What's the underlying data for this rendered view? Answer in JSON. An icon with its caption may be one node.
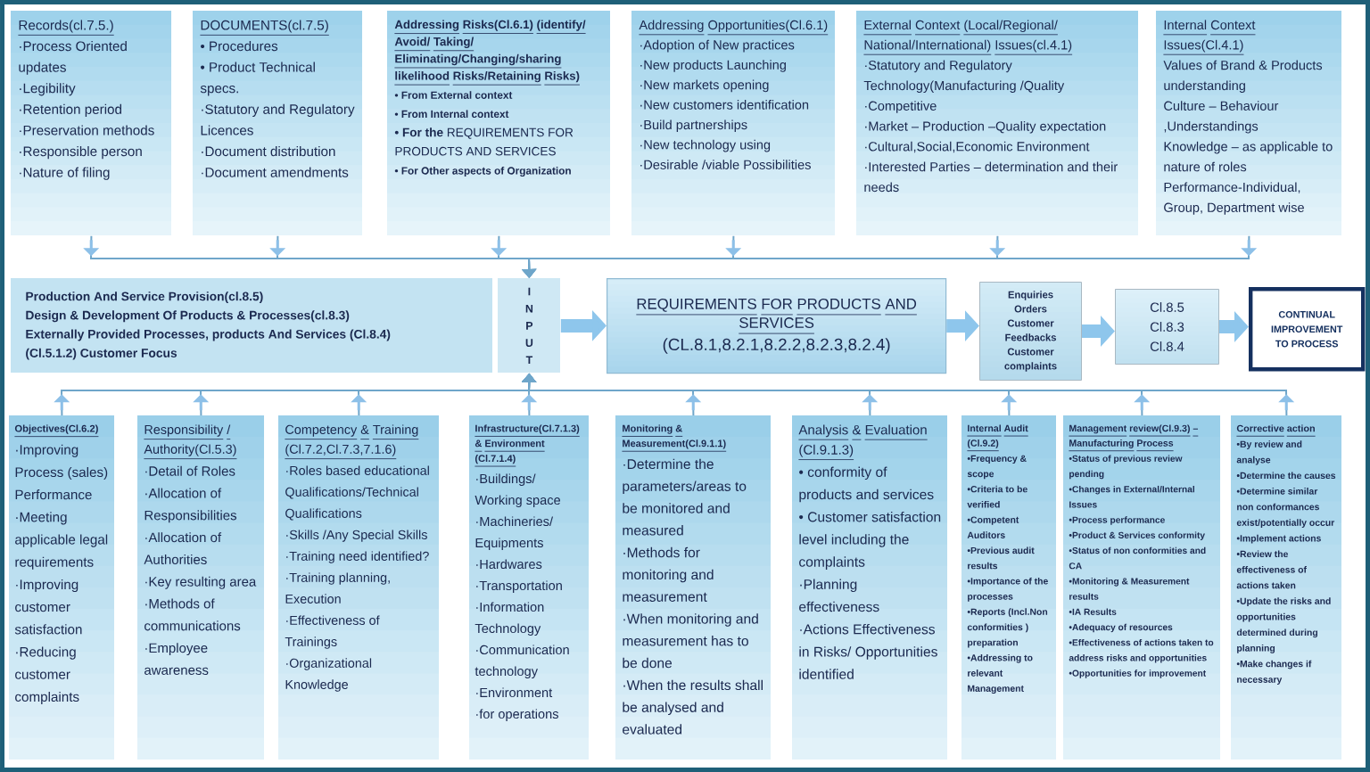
{
  "diagram": {
    "nodes": [
      {
        "text": [
          "Records(cl.7.5.)",
          "·Process Oriented updates",
          "·Legibility",
          "·Retention period",
          "·Preservation methods",
          "·Responsible person",
          "·Nature of filing"
        ]
      },
      {
        "text": [
          "DOCUMENTS(cl.7.5)",
          "• Procedures",
          "• Product Technical specs.",
          "·Statutory and Regulatory Licences",
          "·Document distribution",
          "·Document amendments"
        ]
      },
      {
        "text": [
          "Addressing Risks(Cl.6.1) (identify/ Avoid/ Taking/ Eliminating/Changing/sharing likelihood Risks/Retaining Risks)",
          "• From External context",
          "• From Internal context",
          "**• For the** REQUIREMENTS FOR PRODUCTS AND SERVICES",
          "• For Other aspects of Organization"
        ]
      },
      {
        "text": [
          "Addressing Opportunities(Cl.6.1)",
          "·Adoption of New practices",
          "·New products Launching",
          "·New markets opening",
          "·New customers identification",
          "·Build partnerships",
          "·New technology using",
          "·Desirable /viable Possibilities"
        ]
      },
      {
        "text": [
          "External Context (Local/Regional/ National/International) Issues(cl.4.1)",
          "·Statutory and Regulatory Technology(Manufacturing /Quality",
          "·Competitive",
          "·Market – Production –Quality expectation",
          "·Cultural,Social,Economic Environment",
          "·Interested Parties – determination and their needs"
        ]
      },
      {
        "text": [
          "Internal Context Issues(Cl.4.1)",
          "Values of Brand & Products understanding",
          "Culture – Behaviour ,Understandings",
          "Knowledge – as applicable to nature of roles",
          "Performance-Individual, Group, Department wise"
        ]
      },
      {
        "text": [
          "Production And Service Provision(cl.8.5)",
          "Design & Development Of Products & Processes(cl.8.3)",
          "Externally Provided Processes, products And Services (Cl.8.4)",
          "(Cl.5.1.2) Customer Focus"
        ]
      },
      {
        "text": [
          "I N P U T"
        ]
      },
      {
        "text": [
          "REQUIREMENTS FOR PRODUCTS AND SERVICES",
          "(CL.8.1,8.2.1,8.2.2,8.2.3,8.2.4)"
        ]
      },
      {
        "text": [
          "Enquiries",
          "Orders",
          "Customer Feedbacks",
          "Customer complaints"
        ]
      },
      {
        "text": [
          "Cl.8.5",
          "Cl.8.3",
          "Cl.8.4"
        ]
      },
      {
        "text": [
          "CONTINUAL IMPROVEMENT TO PROCESS"
        ]
      },
      {
        "text": [
          "Objectives(Cl.6.2)",
          "·Improving Process (sales) Performance",
          "·Meeting applicable legal requirements",
          "·Improving customer satisfaction",
          "·Reducing customer complaints"
        ]
      },
      {
        "text": [
          "Responsibility / Authority(Cl.5.3)",
          "·Detail of Roles",
          "·Allocation of Responsibilities",
          "·Allocation of Authorities",
          "·Key resulting area",
          "·Methods of communications",
          "·Employee awareness"
        ]
      },
      {
        "text": [
          "Competency & Training (Cl.7.2,Cl.7.3,7.1.6)",
          "·Roles based educational Qualifications/Technical Qualifications",
          "·Skills /Any Special Skills",
          "·Training need identified?",
          "·Training planning, Execution",
          "·Effectiveness of Trainings",
          "·Organizational Knowledge"
        ]
      },
      {
        "text": [
          "Infrastructure(Cl.7.1.3) & Environment (Cl.7.1.4)",
          "·Buildings/ Working space",
          "·Machineries/ Equipments",
          "·Hardwares",
          "·Transportation",
          "·Information Technology",
          "·Communication technology",
          "·Environment",
          "·for operations"
        ]
      },
      {
        "text": [
          "Monitoring & Measurement(Cl.9.1.1)",
          "·Determine the parameters/areas to be monitored and measured",
          "·Methods for monitoring and measurement",
          "·When monitoring and measurement has to be done",
          "·When the results shall be analysed and evaluated"
        ]
      },
      {
        "text": [
          "Analysis & Evaluation (Cl.9.1.3)",
          "• conformity of products and services",
          "• Customer satisfaction level including the complaints",
          "·Planning effectiveness",
          "·Actions Effectiveness in Risks/ Opportunities identified"
        ]
      },
      {
        "text": [
          "Internal Audit (Cl.9.2)",
          "•Frequency & scope",
          "•Criteria to be verified",
          "•Competent Auditors",
          "•Previous audit results",
          "•Importance of the processes",
          "•Reports (Incl.Non conformities ) preparation",
          "•Addressing to relevant Management"
        ]
      },
      {
        "text": [
          "Management review(Cl.9.3) – Manufacturing Process",
          "•Status of previous review pending",
          "•Changes in External/Internal Issues",
          "•Process performance",
          "•Product & Services conformity",
          "•Status of non conformities and CA",
          "•Monitoring & Measurement results",
          "•IA Results",
          "•Adequacy of resources",
          "•Effectiveness of actions taken to address risks and opportunities",
          "•Opportunities for improvement"
        ]
      },
      {
        "text": [
          "Corrective action",
          "•By review and analyse",
          "•Determine the causes",
          "•Determine similar non conformances exist/potentially occur",
          "•Implement actions",
          "•Review the effectiveness of actions taken",
          "•Update the risks and opportunities determined during planning",
          "•Make changes if necessary"
        ]
      }
    ],
    "edges": [
      {
        "from": 0,
        "to": 7,
        "arrow": "to"
      },
      {
        "from": 1,
        "to": 7,
        "arrow": "to"
      },
      {
        "from": 2,
        "to": 7,
        "arrow": "to"
      },
      {
        "from": 3,
        "to": 7,
        "arrow": "to"
      },
      {
        "from": 4,
        "to": 7,
        "arrow": "to"
      },
      {
        "from": 5,
        "to": 7,
        "arrow": "to"
      },
      {
        "from": 12,
        "to": 7,
        "arrow": "to"
      },
      {
        "from": 13,
        "to": 7,
        "arrow": "to"
      },
      {
        "from": 14,
        "to": 7,
        "arrow": "to"
      },
      {
        "from": 15,
        "to": 7,
        "arrow": "to"
      },
      {
        "from": 16,
        "to": 7,
        "arrow": "to"
      },
      {
        "from": 17,
        "to": 7,
        "arrow": "to"
      },
      {
        "from": 18,
        "to": 7,
        "arrow": "to"
      },
      {
        "from": 19,
        "to": 7,
        "arrow": "to"
      },
      {
        "from": 20,
        "to": 7,
        "arrow": "to"
      },
      {
        "from": 7,
        "to": 8,
        "arrow": "to",
        "style": "thick"
      },
      {
        "from": 8,
        "to": 9,
        "arrow": "to",
        "style": "thick"
      },
      {
        "from": 9,
        "to": 10,
        "arrow": "to",
        "style": "thick"
      },
      {
        "from": 10,
        "to": 11,
        "arrow": "to",
        "style": "thick"
      }
    ]
  }
}
